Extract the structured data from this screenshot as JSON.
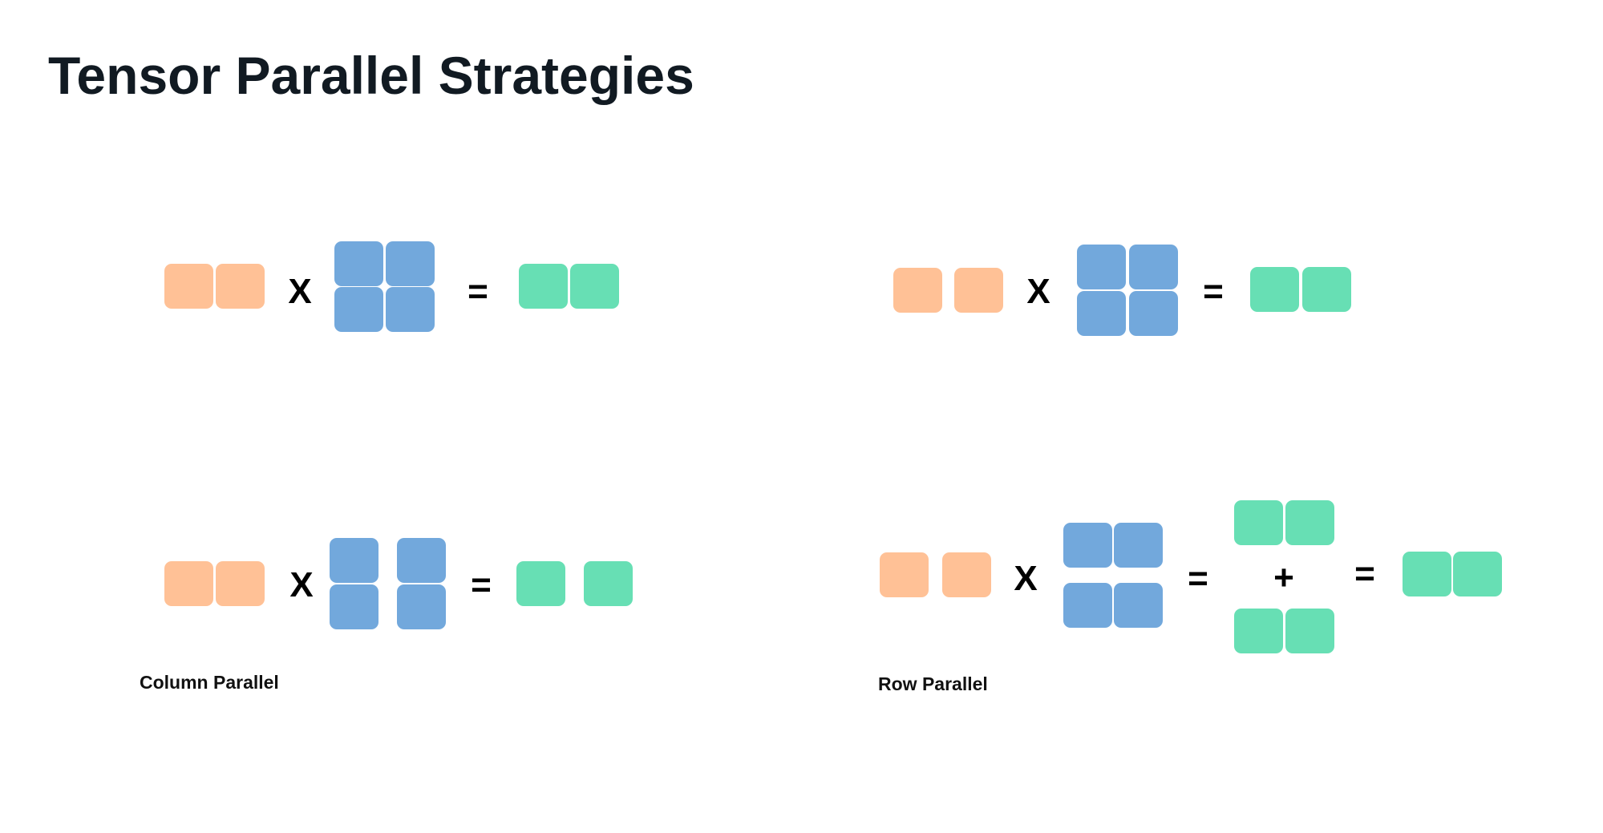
{
  "title": "Tensor Parallel Strategies",
  "labels": {
    "column_parallel": "Column Parallel",
    "row_parallel": "Row Parallel"
  },
  "operators": {
    "multiply": "X",
    "equals": "=",
    "plus": "+"
  },
  "colors": {
    "input": "#ffc196",
    "weight": "#72a8dc",
    "output": "#67dfb4",
    "title": "#111a22"
  }
}
